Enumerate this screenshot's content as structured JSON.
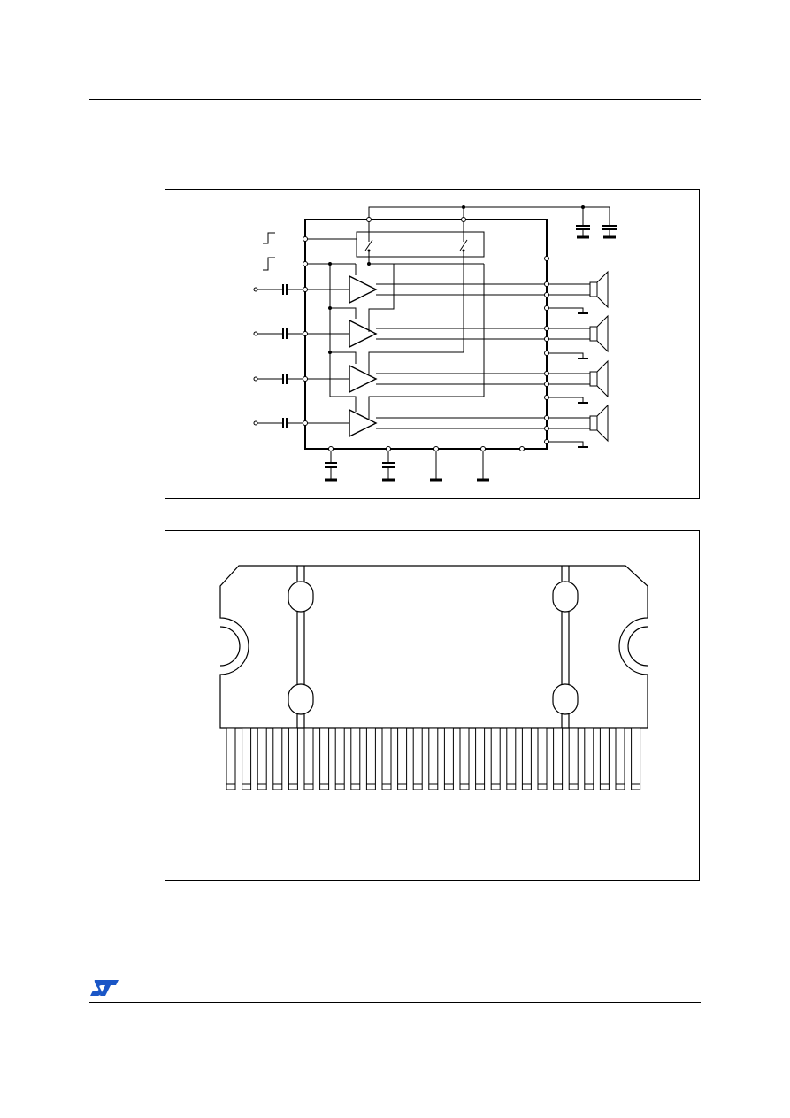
{
  "page": {
    "header_rule": true,
    "footer_rule": true
  },
  "figure_block_diagram": {
    "amplifier_count": 4,
    "speaker_count": 4,
    "input_count": 4
  },
  "figure_package": {
    "pin_count": 27
  },
  "footer": {
    "logo": "st-logo-icon"
  }
}
